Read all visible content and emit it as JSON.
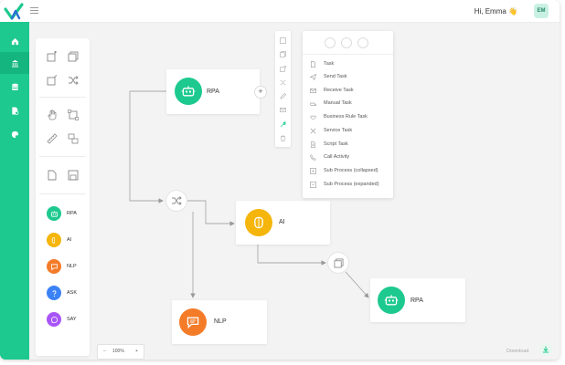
{
  "header": {
    "greeting": "Hi, Emma 👋",
    "avatar_initials": "EM"
  },
  "sidebar": {
    "items": [
      {
        "icon": "home-icon"
      },
      {
        "icon": "bank-icon"
      },
      {
        "icon": "database-icon"
      },
      {
        "icon": "document-gear-icon"
      },
      {
        "icon": "palette-icon"
      }
    ]
  },
  "palette": {
    "tools": [
      "new-shape-icon",
      "copy-icon",
      "add-element-icon",
      "shuffle-icon",
      "hand-tool-icon",
      "crop-tool-icon",
      "ruler-tool-icon",
      "connect-tool-icon",
      "new-file-icon",
      "save-icon"
    ],
    "items": [
      {
        "label": "RPA",
        "color": "#1dc98f"
      },
      {
        "label": "AI",
        "color": "#f5b50a"
      },
      {
        "label": "NLP",
        "color": "#f47b28"
      },
      {
        "label": "ASK",
        "color": "#3b82f6"
      },
      {
        "label": "SAY",
        "color": "#a855f7"
      }
    ]
  },
  "canvas": {
    "nodes": [
      {
        "label": "RPA",
        "color": "#1dc98f"
      },
      {
        "label": "AI",
        "color": "#f5b50a"
      },
      {
        "label": "NLP",
        "color": "#f47b28"
      },
      {
        "label": "RPA",
        "color": "#1dc98f"
      }
    ],
    "add_symbol": "+"
  },
  "task_menu": {
    "items": [
      "Task",
      "Send Task",
      "Receive Task",
      "Manual Task",
      "Business Rule Task",
      "Service Task",
      "Script Task",
      "Call Activity",
      "Sub Process (collapsed)",
      "Sub Process (expanded)"
    ]
  },
  "zoom": {
    "minus": "−",
    "level": "100%",
    "plus": "+"
  },
  "footer": {
    "download_label": "Download"
  },
  "colors": {
    "brand": "#1dc98f",
    "ai": "#f5b50a",
    "nlp": "#f47b28",
    "ask": "#3b82f6",
    "say": "#a855f7"
  }
}
